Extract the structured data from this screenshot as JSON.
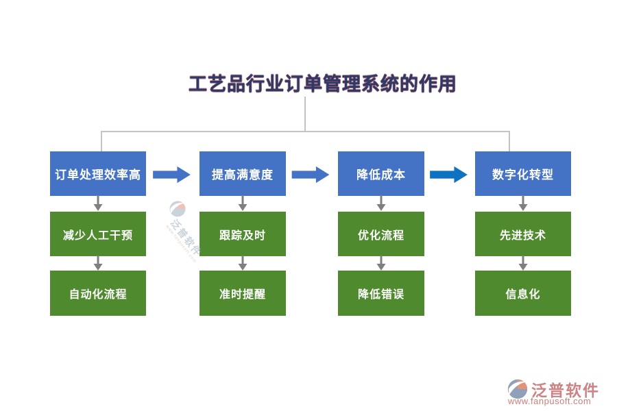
{
  "title": "工艺品行业订单管理系统的作用",
  "flow": {
    "columns": [
      {
        "header": "订单处理效率高",
        "step1": "减少人工干预",
        "step2": "自动化流程"
      },
      {
        "header": "提高满意度",
        "step1": "跟踪及时",
        "step2": "准时提醒"
      },
      {
        "header": "降低成本",
        "step1": "优化流程",
        "step2": "降低错误"
      },
      {
        "header": "数字化转型",
        "step1": "先进技术",
        "step2": "信息化"
      }
    ]
  },
  "colors": {
    "header_box_blue": "#4472C4",
    "step_box_green": "#4F8A2E",
    "right_arrow_blue": "#4472C4",
    "right_arrow_bright_blue": "#0E72C2",
    "down_arrow_gray": "#7F7F7F",
    "connector_gray": "#C3C3C3",
    "title_navy": "#2A3B6B",
    "brand_rose": "#CC8384"
  },
  "watermark": {
    "brand": "泛普软件",
    "url": "www.fanpusoft.com"
  },
  "footer": {
    "brand": "泛普软件",
    "url": "www.fanpusoft.com"
  }
}
